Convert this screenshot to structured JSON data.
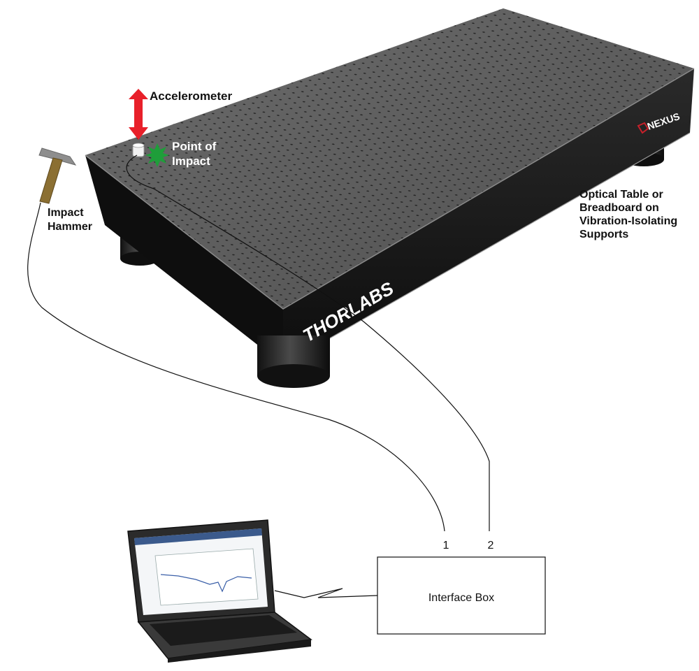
{
  "labels": {
    "accelerometer": "Accelerometer",
    "point_of_impact": [
      "Point of",
      "Impact"
    ],
    "impact_hammer": [
      "Impact",
      "Hammer"
    ],
    "optical_table": [
      "Optical Table or",
      "Breadboard on",
      "Vibration-Isolating",
      "Supports"
    ],
    "interface_box": "Interface Box",
    "port_1": "1",
    "port_2": "2"
  },
  "brands": {
    "front": "THORLABS",
    "side": "NEXUS"
  },
  "colors": {
    "arrow": "#e8202a",
    "impact_star": "#1f9e3a",
    "table_top": "#5b5b5b",
    "table_side": "#161616",
    "hammer_head": "#8a8a8a",
    "hammer_handle": "#8b6f32"
  }
}
